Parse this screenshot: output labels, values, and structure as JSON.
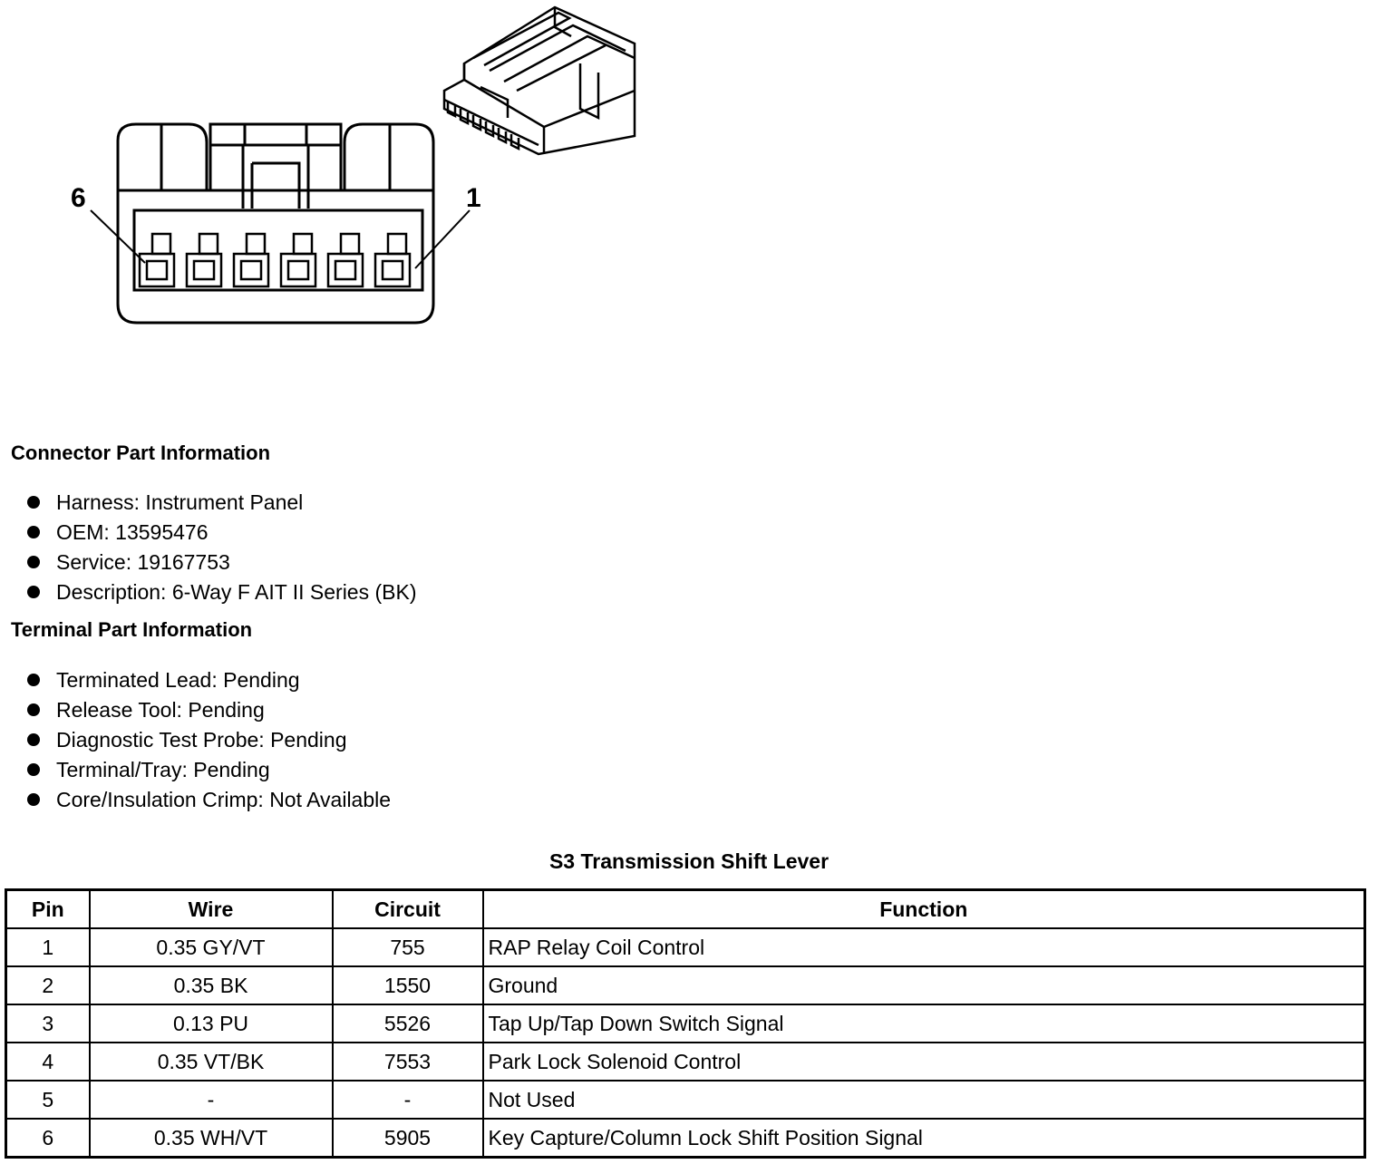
{
  "diagram": {
    "pin_label_left": "6",
    "pin_label_right": "1"
  },
  "connector_info": {
    "heading": "Connector Part Information",
    "items": [
      "Harness: Instrument Panel",
      "OEM: 13595476",
      "Service: 19167753",
      "Description: 6-Way F AIT II Series (BK)"
    ]
  },
  "terminal_info": {
    "heading": "Terminal Part Information",
    "items": [
      "Terminated Lead: Pending",
      "Release Tool: Pending",
      "Diagnostic Test Probe: Pending",
      "Terminal/Tray: Pending",
      "Core/Insulation Crimp: Not Available"
    ]
  },
  "table": {
    "title": "S3 Transmission Shift Lever",
    "headers": [
      "Pin",
      "Wire",
      "Circuit",
      "Function"
    ],
    "rows": [
      [
        "1",
        "0.35 GY/VT",
        "755",
        "RAP Relay Coil Control"
      ],
      [
        "2",
        "0.35 BK",
        "1550",
        "Ground"
      ],
      [
        "3",
        "0.13 PU",
        "5526",
        "Tap Up/Tap Down Switch Signal"
      ],
      [
        "4",
        "0.35 VT/BK",
        "7553",
        "Park Lock Solenoid Control"
      ],
      [
        "5",
        "-",
        "-",
        "Not Used"
      ],
      [
        "6",
        "0.35 WH/VT",
        "5905",
        "Key Capture/Column Lock Shift Position Signal"
      ]
    ]
  }
}
